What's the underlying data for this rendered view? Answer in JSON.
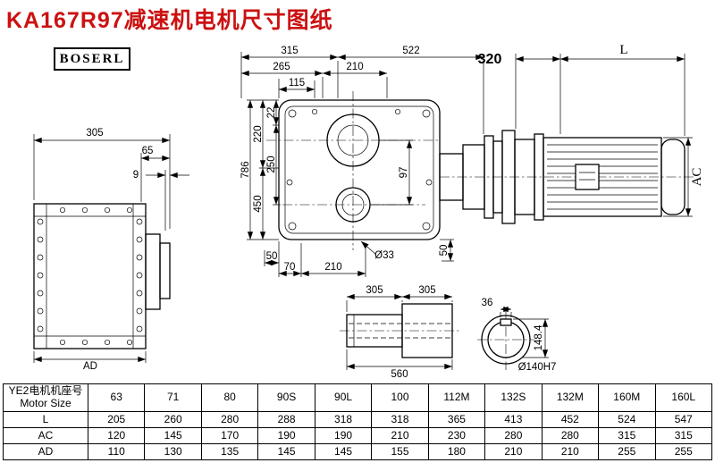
{
  "page": {
    "title": "KA167R97减速机电机尺寸图纸",
    "brand": "BOSERL"
  },
  "dims": {
    "side_305": "305",
    "side_65": "65",
    "side_9": "9",
    "side_ad": "AD",
    "front_315": "315",
    "front_522": "522",
    "front_265": "265",
    "front_210_top": "210",
    "front_115": "115",
    "front_22": "22",
    "front_220": "220",
    "front_250": "250",
    "front_450": "450",
    "front_786": "786",
    "front_97": "97",
    "front_50_left": "50",
    "front_70": "70",
    "front_210_bottom": "210",
    "front_o33": "Ø33",
    "front_50_right": "50",
    "motor_320": "320",
    "motor_len": "L",
    "motor_ac": "AC",
    "shaft_305_left": "305",
    "shaft_305_right": "305",
    "shaft_560": "560",
    "bore_36": "36",
    "bore_148_4": "148.4",
    "bore_o140": "Ø140H7"
  },
  "table": {
    "header_cn": "YE2电机机座号",
    "header_en": "Motor Size",
    "columns": [
      "63",
      "71",
      "80",
      "90S",
      "90L",
      "100",
      "112M",
      "132S",
      "132M",
      "160M",
      "160L"
    ],
    "rows": [
      {
        "label": "L",
        "values": [
          "205",
          "260",
          "280",
          "288",
          "318",
          "318",
          "365",
          "413",
          "452",
          "524",
          "547"
        ]
      },
      {
        "label": "AC",
        "values": [
          "120",
          "145",
          "170",
          "190",
          "190",
          "210",
          "230",
          "280",
          "280",
          "315",
          "315"
        ]
      },
      {
        "label": "AD",
        "values": [
          "110",
          "130",
          "135",
          "145",
          "145",
          "155",
          "180",
          "210",
          "210",
          "255",
          "255"
        ]
      }
    ]
  }
}
